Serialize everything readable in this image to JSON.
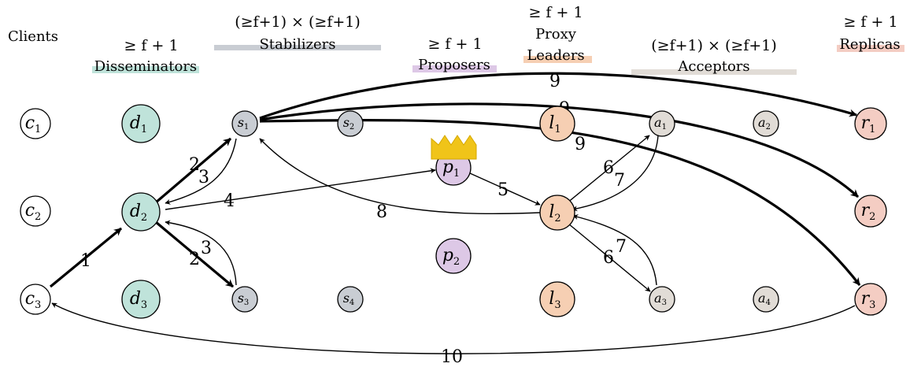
{
  "colors": {
    "clients": "#ffffff",
    "disseminators": "#bfe3da",
    "stabilizers": "#c9cdd3",
    "proposers": "#ddc8e6",
    "proxy_leaders": "#f6cfb3",
    "acceptors": "#e1dcd6",
    "replicas": "#f4cdc3",
    "crown": "#f0c419"
  },
  "headers": {
    "clients": {
      "line1": "",
      "role": "Clients"
    },
    "disseminators": {
      "line1": "≥ f + 1",
      "role": "Disseminators"
    },
    "stabilizers": {
      "line1": "(≥f+1) × (≥f+1)",
      "role": "Stabilizers"
    },
    "proposers": {
      "line1": "≥ f + 1",
      "role": "Proposers"
    },
    "proxy_leaders": {
      "line0": "≥ f + 1",
      "line1": "Proxy",
      "role": "Leaders"
    },
    "acceptors": {
      "line1": "(≥f+1) × (≥f+1)",
      "role": "Acceptors"
    },
    "replicas": {
      "line1": "≥ f + 1",
      "role": "Replicas"
    }
  },
  "nodes": {
    "c1": {
      "letter": "c",
      "sub": "1",
      "group": "clients"
    },
    "c2": {
      "letter": "c",
      "sub": "2",
      "group": "clients"
    },
    "c3": {
      "letter": "c",
      "sub": "3",
      "group": "clients"
    },
    "d1": {
      "letter": "d",
      "sub": "1",
      "group": "disseminators"
    },
    "d2": {
      "letter": "d",
      "sub": "2",
      "group": "disseminators"
    },
    "d3": {
      "letter": "d",
      "sub": "3",
      "group": "disseminators"
    },
    "s1": {
      "letter": "s",
      "sub": "1",
      "group": "stabilizers"
    },
    "s2": {
      "letter": "s",
      "sub": "2",
      "group": "stabilizers"
    },
    "s3": {
      "letter": "s",
      "sub": "3",
      "group": "stabilizers"
    },
    "s4": {
      "letter": "s",
      "sub": "4",
      "group": "stabilizers"
    },
    "p1": {
      "letter": "p",
      "sub": "1",
      "group": "proposers"
    },
    "p2": {
      "letter": "p",
      "sub": "2",
      "group": "proposers"
    },
    "l1": {
      "letter": "l",
      "sub": "1",
      "group": "proxy_leaders"
    },
    "l2": {
      "letter": "l",
      "sub": "2",
      "group": "proxy_leaders"
    },
    "l3": {
      "letter": "l",
      "sub": "3",
      "group": "proxy_leaders"
    },
    "a1": {
      "letter": "a",
      "sub": "1",
      "group": "acceptors"
    },
    "a2": {
      "letter": "a",
      "sub": "2",
      "group": "acceptors"
    },
    "a3": {
      "letter": "a",
      "sub": "3",
      "group": "acceptors"
    },
    "a4": {
      "letter": "a",
      "sub": "4",
      "group": "acceptors"
    },
    "r1": {
      "letter": "r",
      "sub": "1",
      "group": "replicas"
    },
    "r2": {
      "letter": "r",
      "sub": "2",
      "group": "replicas"
    },
    "r3": {
      "letter": "r",
      "sub": "3",
      "group": "replicas"
    }
  },
  "edges": {
    "e1": {
      "label": "1",
      "from": "c3",
      "to": "d2"
    },
    "e2a": {
      "label": "2",
      "from": "d2",
      "to": "s1"
    },
    "e3a": {
      "label": "3",
      "from": "s1",
      "to": "d2"
    },
    "e2b": {
      "label": "2",
      "from": "d2",
      "to": "s3"
    },
    "e3b": {
      "label": "3",
      "from": "s3",
      "to": "d2"
    },
    "e4": {
      "label": "4",
      "from": "d2",
      "to": "p1"
    },
    "e5": {
      "label": "5",
      "from": "p1",
      "to": "l2"
    },
    "e6a": {
      "label": "6",
      "from": "l2",
      "to": "a1"
    },
    "e7a": {
      "label": "7",
      "from": "a1",
      "to": "l2"
    },
    "e6b": {
      "label": "6",
      "from": "l2",
      "to": "a3"
    },
    "e7b": {
      "label": "7",
      "from": "a3",
      "to": "l2"
    },
    "e8": {
      "label": "8",
      "from": "l2",
      "to": "s1"
    },
    "e9a": {
      "label": "9",
      "from": "s1",
      "to": "r1"
    },
    "e9b": {
      "label": "9",
      "from": "s1",
      "to": "r2"
    },
    "e9c": {
      "label": "9",
      "from": "s1",
      "to": "r3"
    },
    "e10": {
      "label": "10",
      "from": "r3",
      "to": "c3"
    }
  }
}
